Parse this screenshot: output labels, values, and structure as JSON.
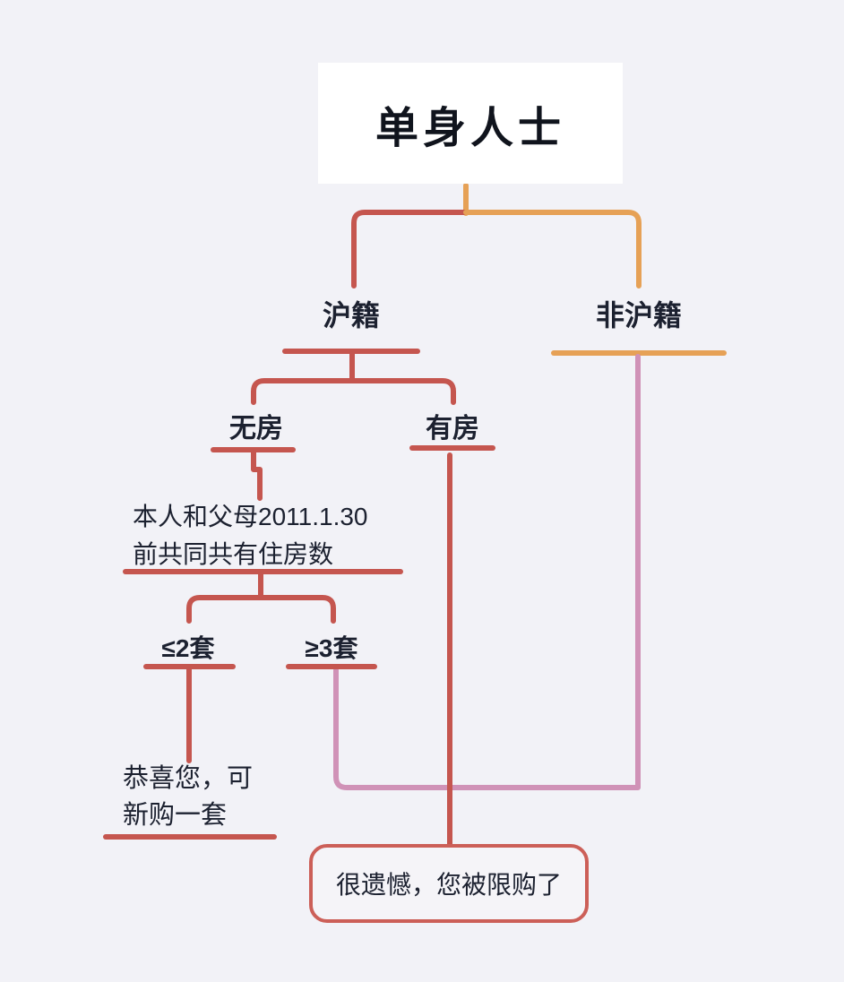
{
  "diagram": {
    "title": "单身人士",
    "nodes": {
      "root": {
        "label": "单身人士"
      },
      "shanghai": {
        "label": "沪籍"
      },
      "non_shanghai": {
        "label": "非沪籍"
      },
      "no_house": {
        "label": "无房"
      },
      "has_house": {
        "label": "有房"
      },
      "condition": {
        "line1": "本人和父母2011.1.30",
        "line2": "前共同共有住房数"
      },
      "le_2": {
        "label": "≤2套"
      },
      "ge_3": {
        "label": "≥3套"
      },
      "congrats": {
        "line1": "恭喜您，可",
        "line2": "新购一套"
      },
      "restricted": {
        "label": "很遗憾，您被限购了"
      }
    },
    "edges": [
      {
        "from": "root",
        "to": "shanghai"
      },
      {
        "from": "root",
        "to": "non_shanghai"
      },
      {
        "from": "shanghai",
        "to": "no_house"
      },
      {
        "from": "shanghai",
        "to": "has_house"
      },
      {
        "from": "no_house",
        "to": "condition"
      },
      {
        "from": "condition",
        "to": "le_2"
      },
      {
        "from": "condition",
        "to": "ge_3"
      },
      {
        "from": "le_2",
        "to": "congrats"
      },
      {
        "from": "ge_3",
        "to": "restricted"
      },
      {
        "from": "has_house",
        "to": "restricted"
      },
      {
        "from": "non_shanghai",
        "to": "restricted"
      }
    ]
  },
  "colors": {
    "background": "#f2f2f7",
    "title_box_bg": "#ffffff",
    "text": "#1c2130",
    "branch_red": "#c5564f",
    "branch_orange": "#e6a156",
    "branch_pink": "#d092b7",
    "result_border": "#cc5f58",
    "result_bg": "#f5f4f8"
  }
}
